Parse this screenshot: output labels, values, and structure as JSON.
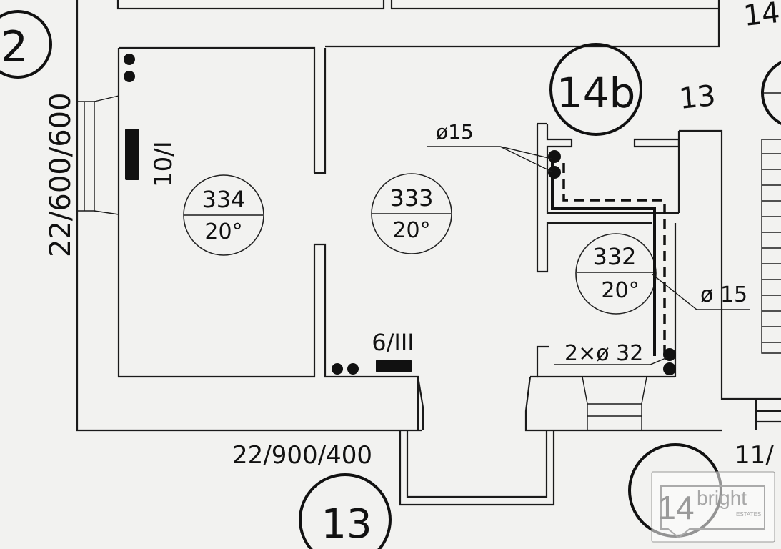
{
  "sections": {
    "s2": "2",
    "s14b": "14b",
    "s13": "13",
    "s14": "14"
  },
  "edge_labels": {
    "top_right": "14",
    "right_middle": "13",
    "bottom_right": "11/"
  },
  "rooms": [
    {
      "number": "334",
      "temp": "20°"
    },
    {
      "number": "333",
      "temp": "20°"
    },
    {
      "number": "332",
      "temp": "20°"
    }
  ],
  "dimensions": {
    "left_wall": "22/600/600",
    "bottom_wall": "22/900/400"
  },
  "radiators": {
    "left": "10/I",
    "bottom": "6/III"
  },
  "pipes": {
    "upper": "ø15",
    "right": "ø 15",
    "riser": "2×ø 32"
  },
  "logo": {
    "number": "14",
    "brand": "bright",
    "sub": "ESTATES"
  }
}
